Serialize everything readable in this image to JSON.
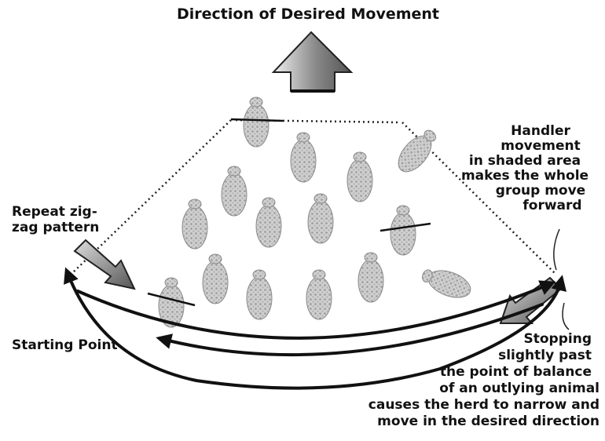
{
  "diagram": {
    "title": "Direction of Desired Movement",
    "labels": {
      "repeat": [
        "Repeat zig-",
        "zag pattern"
      ],
      "handler": [
        "Handler",
        "movement",
        "in shaded area",
        "makes the whole",
        "group move",
        "forward"
      ],
      "start": "Starting Point",
      "stopping": [
        "Stopping",
        "slightly past",
        "the point of balance",
        "of an outlying animal",
        "causes the herd to narrow and",
        "move in the desired direction"
      ]
    }
  }
}
